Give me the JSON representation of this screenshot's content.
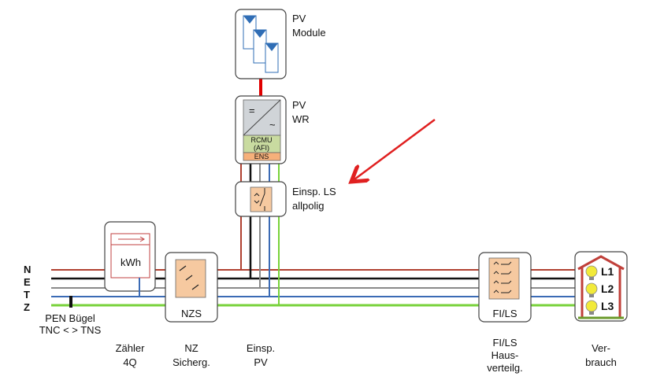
{
  "netz_letters": [
    "N",
    "E",
    "T",
    "Z"
  ],
  "pv_module": {
    "line1": "PV",
    "line2": "Module"
  },
  "pv_wr": {
    "line1": "PV",
    "line2": "WR",
    "symbol_dc": "=",
    "symbol_ac": "~",
    "rcmu_line1": "RCMU",
    "rcmu_line2": "(AFI)",
    "ens": "ENS"
  },
  "einsp_ls": {
    "line1": "Einsp. LS",
    "line2": "allpolig"
  },
  "meter": {
    "unit": "kWh"
  },
  "nzs_box": {
    "label": "NZS"
  },
  "fils_box": {
    "label": "FI/LS"
  },
  "pen": {
    "line1": "PEN Bügel",
    "line2": "TNC < > TNS"
  },
  "bottom_labels": {
    "zaehler": {
      "line1": "Zähler",
      "line2": "4Q"
    },
    "nz": {
      "line1": "NZ",
      "line2": "Sicherg."
    },
    "einsp": {
      "line1": "Einsp.",
      "line2": "PV"
    },
    "fils": {
      "line1": "FI/LS",
      "line2": "Haus-",
      "line3": "verteilg."
    },
    "verbrauch": {
      "line1": "Ver-",
      "line2": "brauch"
    }
  },
  "phases": [
    "L1",
    "L2",
    "L3"
  ],
  "colors": {
    "wire_l1": "#b04030",
    "wire_l2": "#111111",
    "wire_l3": "#8a8a8a",
    "wire_n": "#3b6bb5",
    "wire_pe": "#78d23a",
    "arrow": "#e02020",
    "fuse_fill": "#f6c9a0",
    "rcmu_fill": "#c9dba0",
    "ens_fill": "#f6b07a",
    "panel_blue": "#2f6db5",
    "roof": "#c0403a",
    "ground": "#6a9a2a",
    "bulb": "#f2ea3a"
  }
}
